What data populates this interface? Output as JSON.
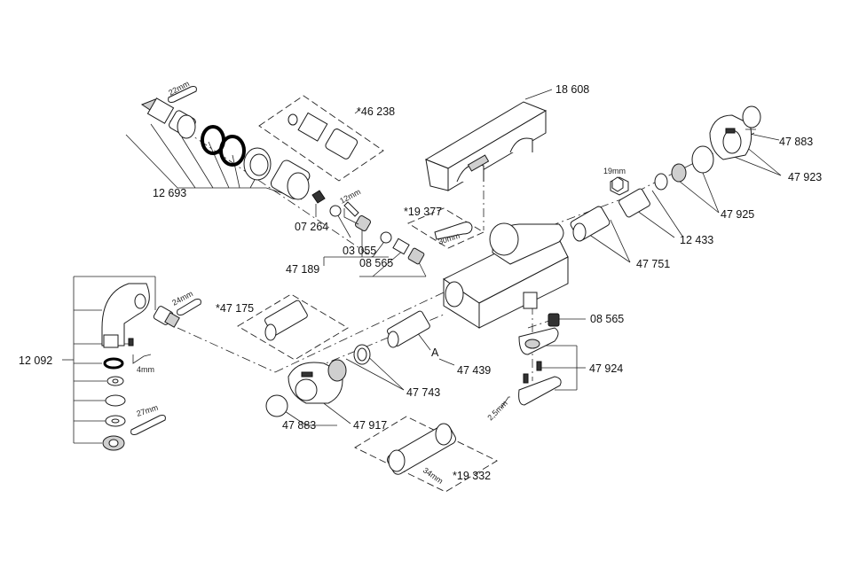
{
  "diagram": {
    "part_labels": {
      "p18608": "18 608",
      "p46238": "*46 238",
      "p12693": "12 693",
      "p07264": "07 264",
      "p03055": "03 055",
      "p47189": "47 189",
      "p08565a": "08 565",
      "p19377": "*19 377",
      "p47883a": "47 883",
      "p47923": "47 923",
      "p47925": "47 925",
      "p12433": "12 433",
      "p47751": "47 751",
      "p12092": "12 092",
      "p47175": "*47 175",
      "p47439": "47 439",
      "p47743": "47 743",
      "p47883b": "47 883",
      "p47917": "47 917",
      "p08565b": "08 565",
      "p47924": "47 924",
      "p19332": "*19 332",
      "pA": "A"
    },
    "tool_labels": {
      "t22mm": "22mm",
      "t12mm": "12mm",
      "t30mm": "30mm",
      "t19mm": "19mm",
      "t24mm": "24mm",
      "t4mm": "4mm",
      "t27mm": "27mm",
      "t2_5mm": "2,5mm",
      "t34mm": "34mm"
    }
  }
}
